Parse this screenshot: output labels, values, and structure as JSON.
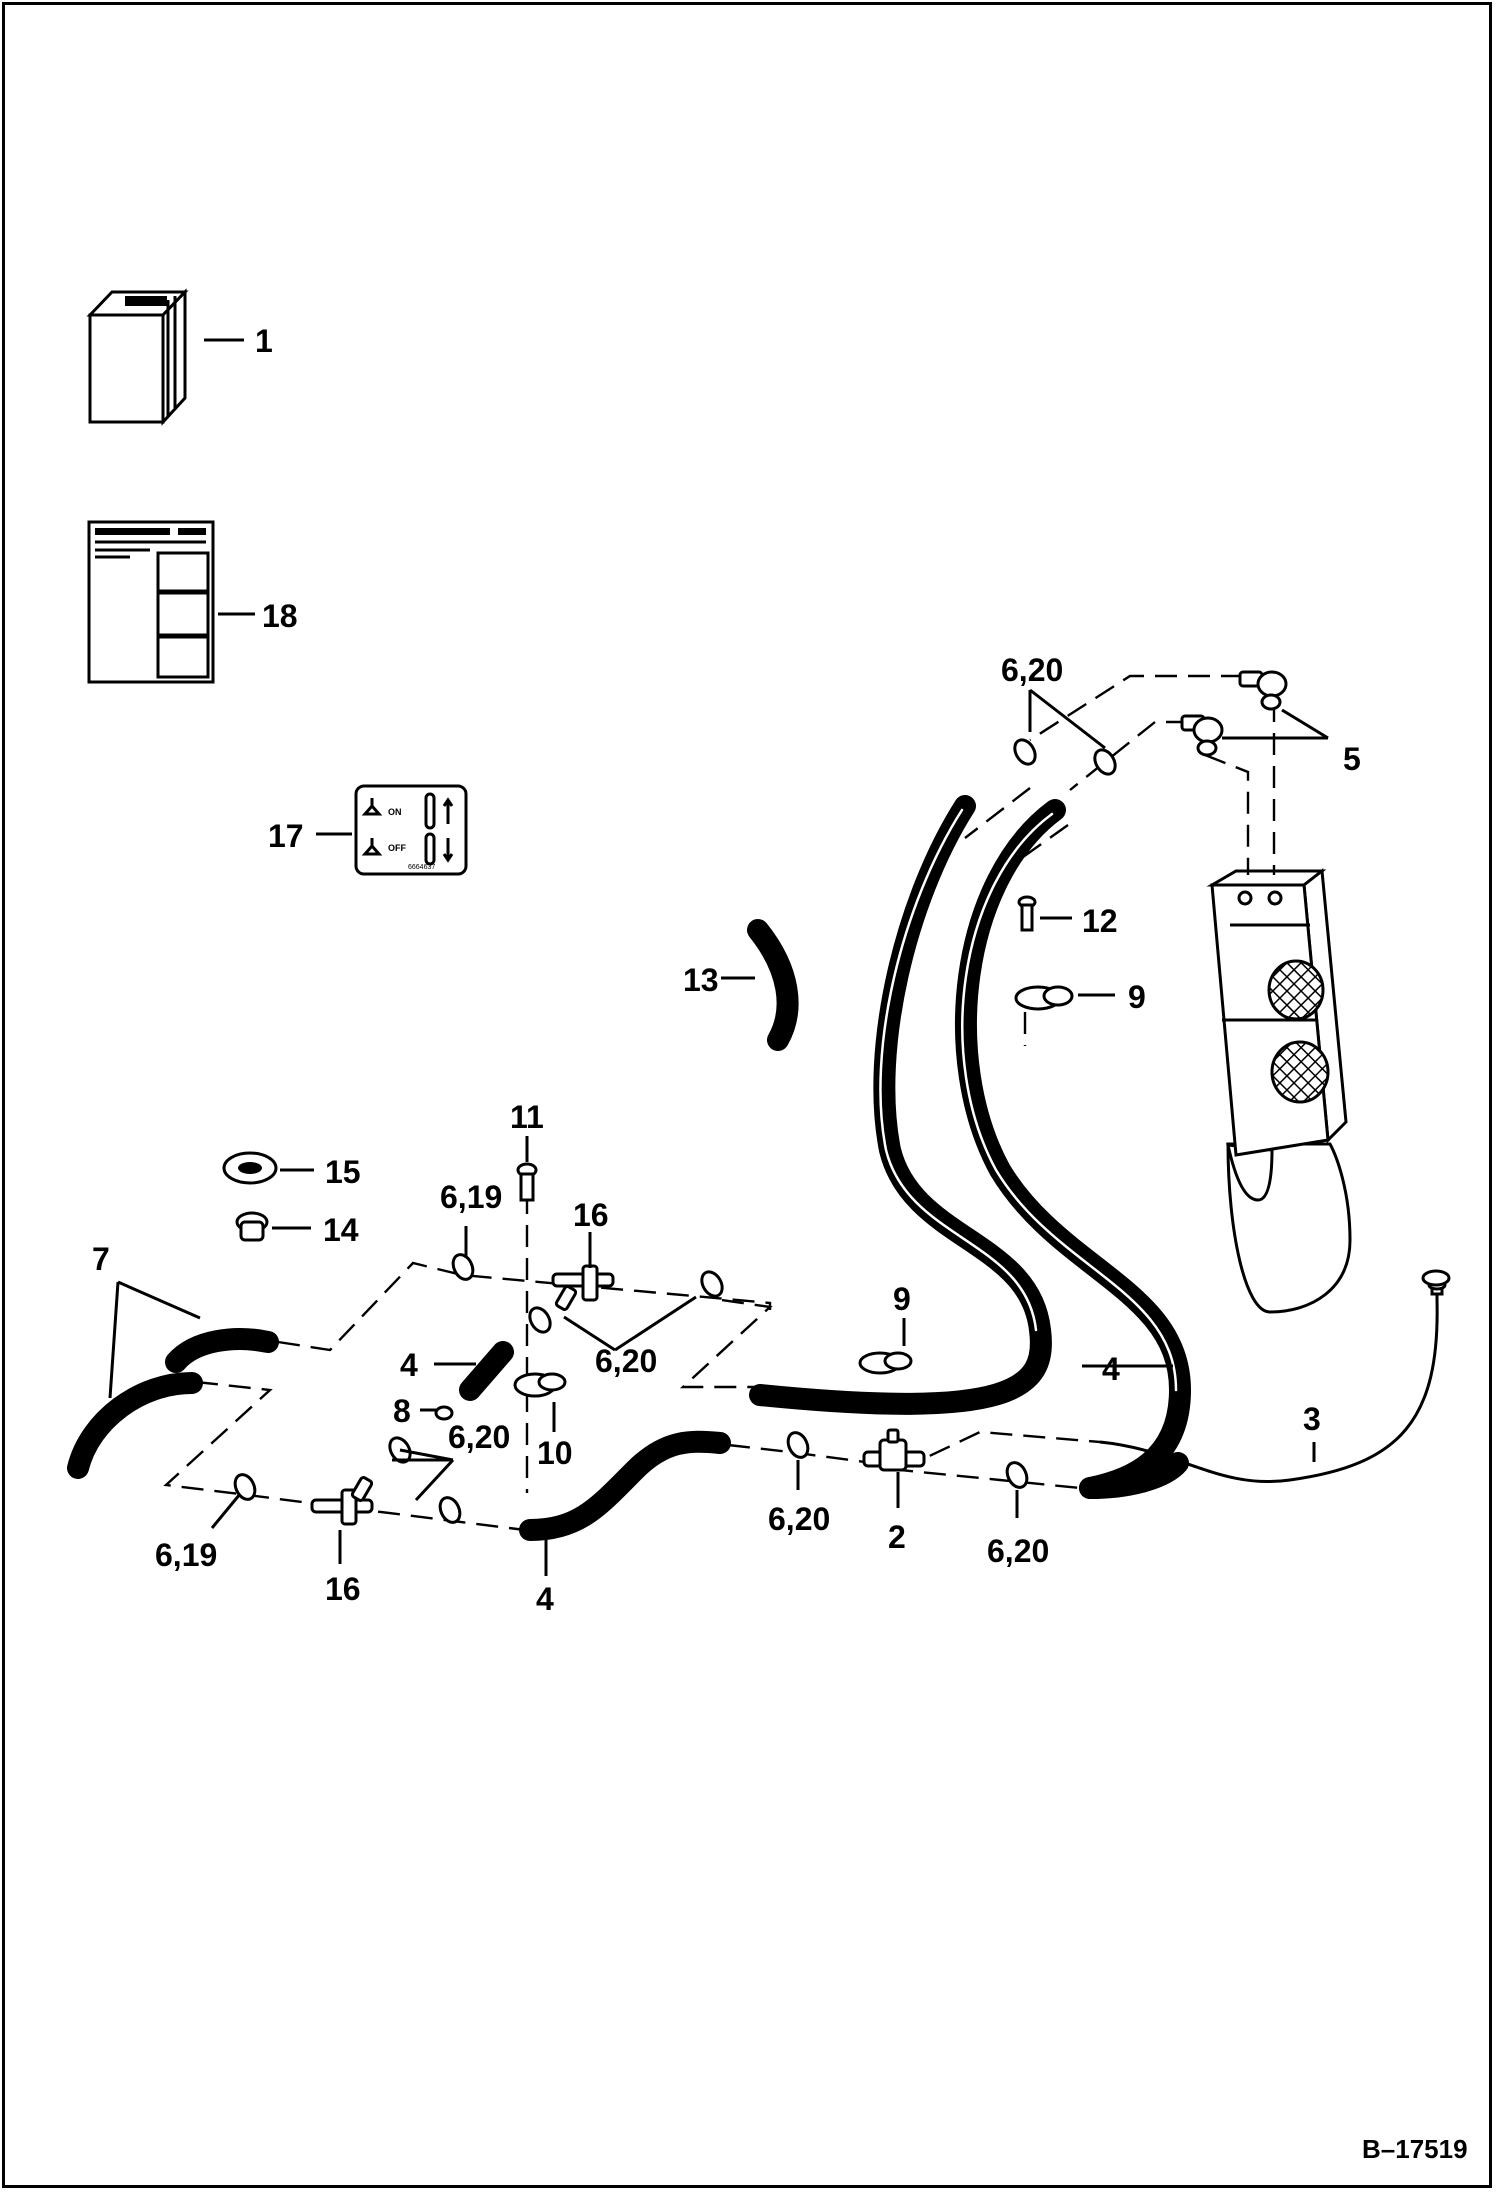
{
  "figure_ref": "B–17519",
  "decal_text": {
    "on": "ON",
    "off": "OFF",
    "part_no": "6664637"
  },
  "callouts": [
    {
      "id": "c1",
      "label": "1"
    },
    {
      "id": "c18",
      "label": "18"
    },
    {
      "id": "c17",
      "label": "17"
    },
    {
      "id": "c620a",
      "label": "6,20"
    },
    {
      "id": "c5",
      "label": "5"
    },
    {
      "id": "c12",
      "label": "12"
    },
    {
      "id": "c9a",
      "label": "9"
    },
    {
      "id": "c13",
      "label": "13"
    },
    {
      "id": "c11",
      "label": "11"
    },
    {
      "id": "c15",
      "label": "15"
    },
    {
      "id": "c14",
      "label": "14"
    },
    {
      "id": "c619a",
      "label": "6,19"
    },
    {
      "id": "c16a",
      "label": "16"
    },
    {
      "id": "c7",
      "label": "7"
    },
    {
      "id": "c4a",
      "label": "4"
    },
    {
      "id": "c620b",
      "label": "6,20"
    },
    {
      "id": "c9b",
      "label": "9"
    },
    {
      "id": "c4b",
      "label": "4"
    },
    {
      "id": "c8",
      "label": "8"
    },
    {
      "id": "c620c",
      "label": "6,20"
    },
    {
      "id": "c10",
      "label": "10"
    },
    {
      "id": "c3",
      "label": "3"
    },
    {
      "id": "c619b",
      "label": "6,19"
    },
    {
      "id": "c16b",
      "label": "16"
    },
    {
      "id": "c4c",
      "label": "4"
    },
    {
      "id": "c620d",
      "label": "6,20"
    },
    {
      "id": "c2",
      "label": "2"
    },
    {
      "id": "c620e",
      "label": "6,20"
    }
  ]
}
